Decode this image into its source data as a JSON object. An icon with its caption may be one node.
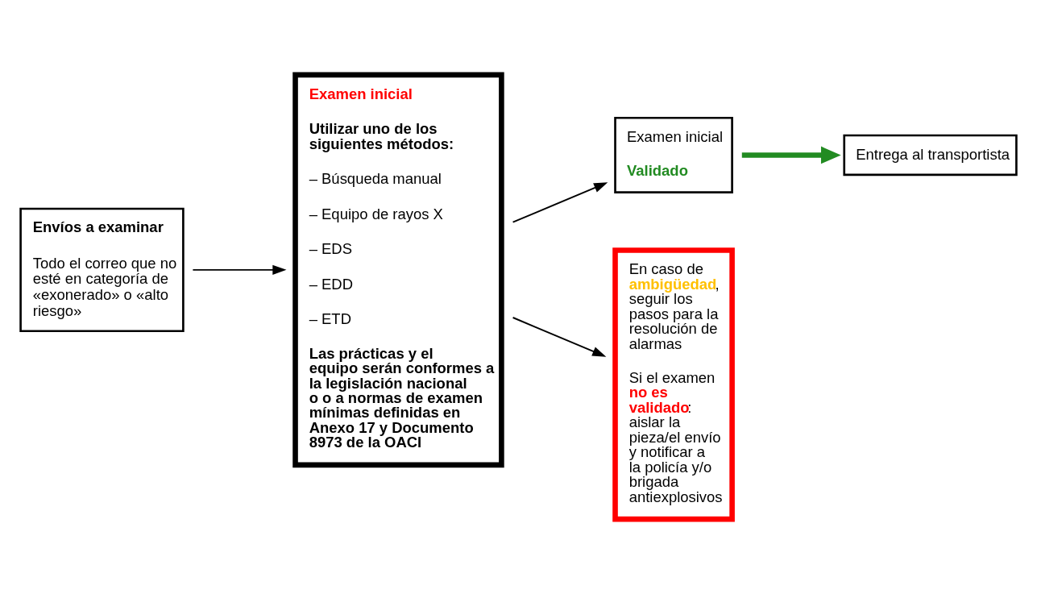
{
  "diagram": {
    "nodes": [
      {
        "text": [
          "Envíos a examinar",
          "Todo el correo que no esté en categoría de «exonerado» o «alto riesgo»"
        ]
      },
      {
        "text": [
          "Examen inicial",
          "Utilizar uno de los siguientes métodos:",
          "– Búsqueda manual",
          "– Equipo de rayos X",
          "– EDS",
          "– EDD",
          "– ETD",
          "Las prácticas y el equipo serán conformes a la legislación nacional o o a normas de examen mínimas definidas en Anexo 17 y Documento 8973 de la OACI"
        ]
      },
      {
        "text": [
          "Examen inicial",
          "Validado"
        ]
      },
      {
        "text": [
          "Entrega al transportista"
        ]
      },
      {
        "text": [
          "En caso de **ambigüedad**, seguir los pasos para la resolución de alarmas",
          "Si el examen **no es validado**: aislar la pieza/el envío y notificar a la policía y/o brigada antiexplosivos"
        ]
      }
    ],
    "edges": [
      {
        "from": 0,
        "to": 1,
        "arrow": "to"
      },
      {
        "from": 1,
        "to": 2,
        "arrow": "to"
      },
      {
        "from": 1,
        "to": 4,
        "arrow": "to"
      },
      {
        "from": 2,
        "to": 3,
        "arrow": "to",
        "style": "thick",
        "color": "#228b22"
      }
    ]
  }
}
